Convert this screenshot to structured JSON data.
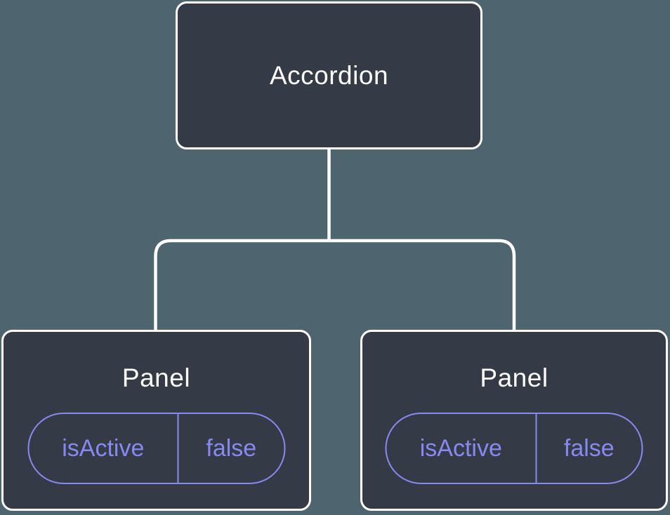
{
  "colors": {
    "background": "#4e656f",
    "node_fill": "#353b46",
    "node_border": "#ffffff",
    "connector": "#ffffff",
    "accent_purple": "#8789f0"
  },
  "tree": {
    "root": {
      "label": "Accordion"
    },
    "children": [
      {
        "label": "Panel",
        "state": {
          "key": "isActive",
          "value": "false"
        }
      },
      {
        "label": "Panel",
        "state": {
          "key": "isActive",
          "value": "false"
        }
      }
    ]
  }
}
